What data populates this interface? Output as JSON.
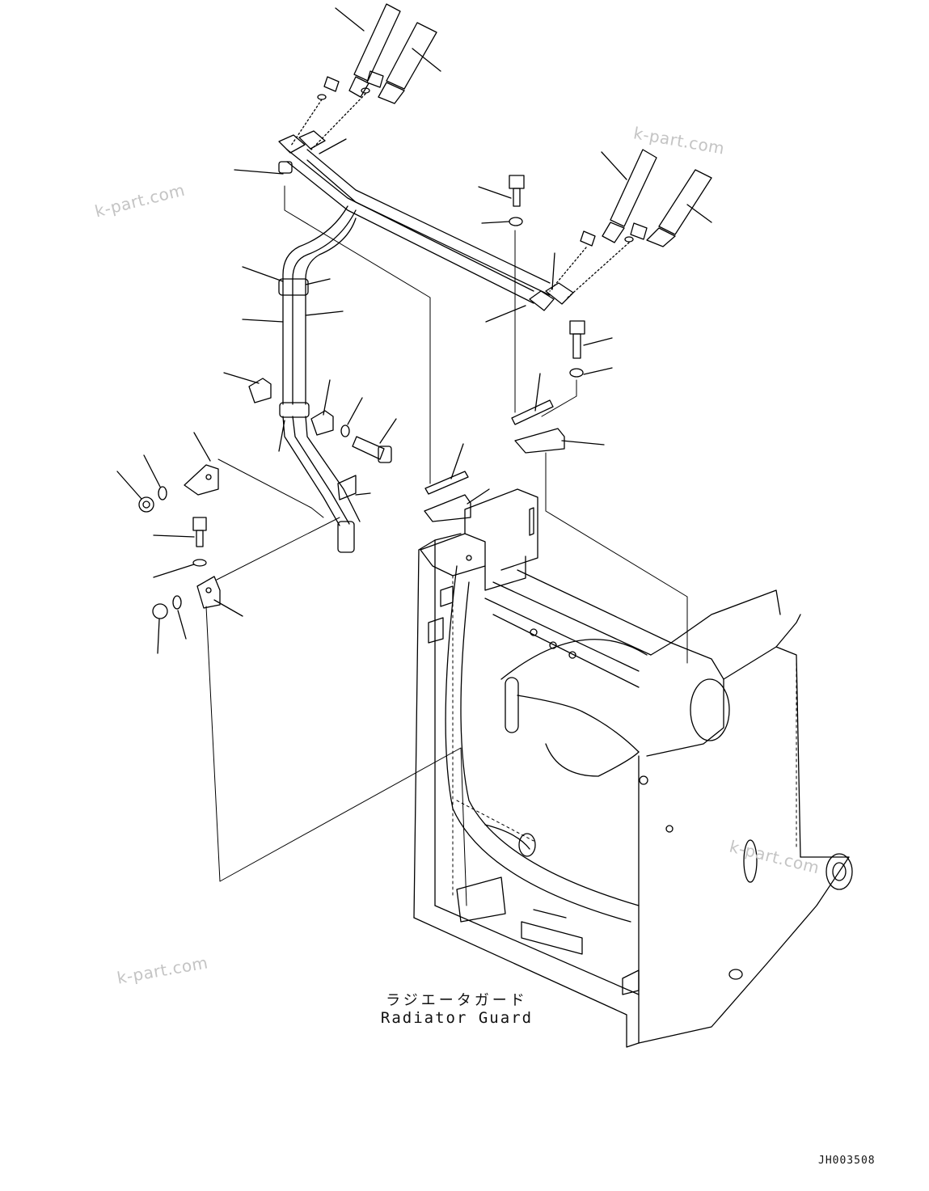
{
  "caption": {
    "japanese": "ラジエータガード",
    "english": "Radiator Guard"
  },
  "drawing_code": "JH003508",
  "watermarks": [
    "k-part.com",
    "k-part.com",
    "k-part.com",
    "k-part.com"
  ],
  "line_color": "#000000",
  "watermark_color": "#c4c4c4"
}
